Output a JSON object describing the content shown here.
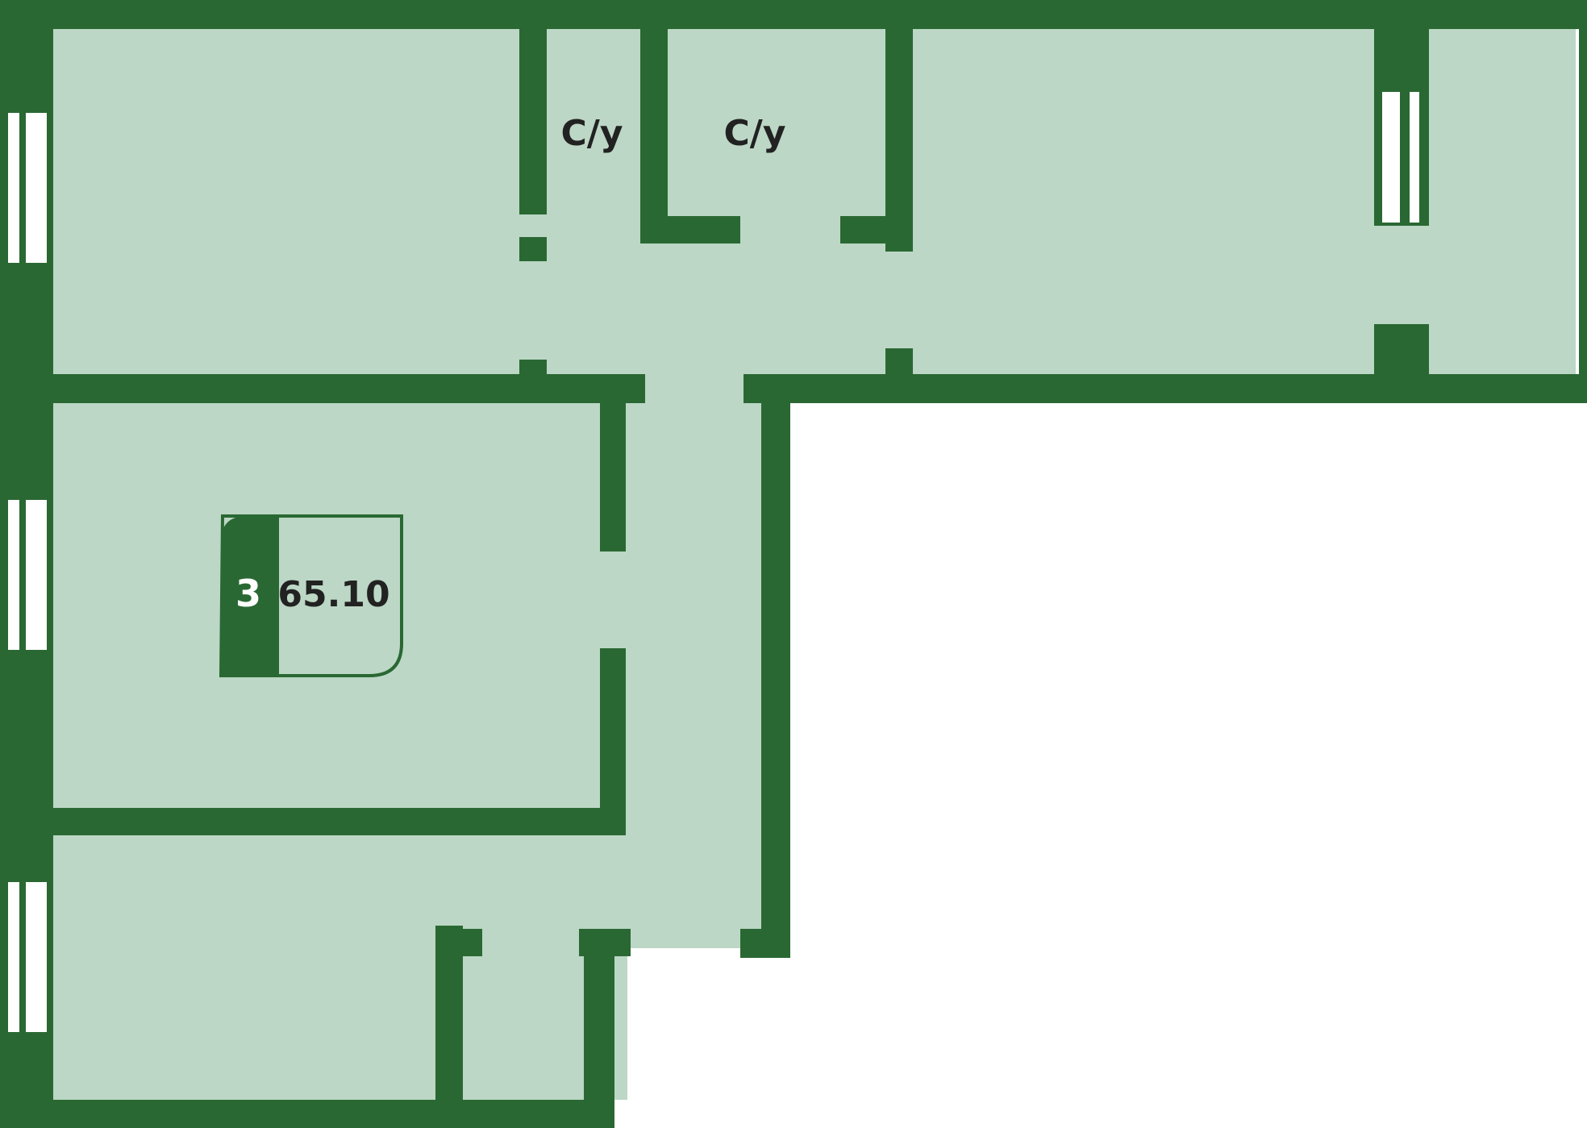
{
  "colors": {
    "wall": "#2a6833",
    "floor": "#bcd7c5",
    "window": "#ffffff",
    "background": "#ffffff",
    "badge_text_dark": "#222222",
    "badge_text_light": "#ffffff"
  },
  "rooms": {
    "bathroom_1": {
      "label": "С/у"
    },
    "bathroom_2": {
      "label": "С/у"
    }
  },
  "apartment_badge": {
    "rooms_count": "3",
    "area": "65.10"
  }
}
